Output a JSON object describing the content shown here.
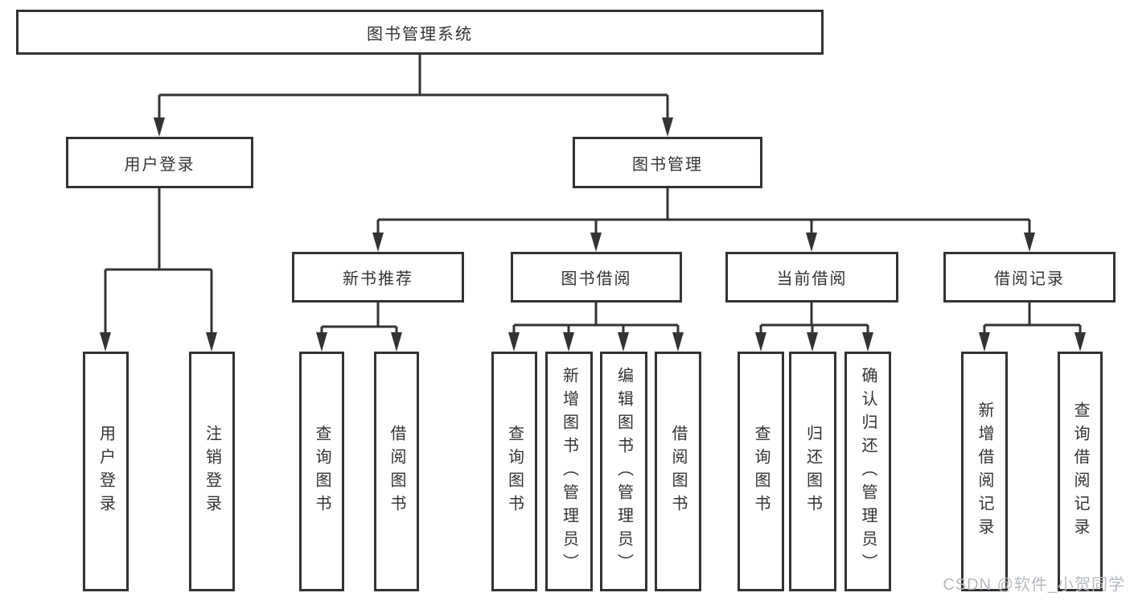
{
  "tree": {
    "root": "图书管理系统",
    "children": [
      {
        "label": "用户登录",
        "children": [
          "用户登录",
          "注销登录"
        ]
      },
      {
        "label": "图书管理",
        "children": [
          {
            "label": "新书推荐",
            "children": [
              "查询图书",
              "借阅图书"
            ]
          },
          {
            "label": "图书借阅",
            "children": [
              "查询图书",
              "新增图书（管理员）",
              "编辑图书（管理员）",
              "借阅图书"
            ]
          },
          {
            "label": "当前借阅",
            "children": [
              "查询图书",
              "归还图书",
              "确认归还（管理员）"
            ]
          },
          {
            "label": "借阅记录",
            "children": [
              "新增借阅记录",
              "查询借阅记录"
            ]
          }
        ]
      }
    ]
  },
  "watermark": {
    "text": "CSDN @软件_小贺同学"
  },
  "colors": {
    "line": "#333333",
    "box_border": "#333333",
    "text": "#333333",
    "watermark_text": "#b6bac1",
    "background": "#ffffff"
  }
}
